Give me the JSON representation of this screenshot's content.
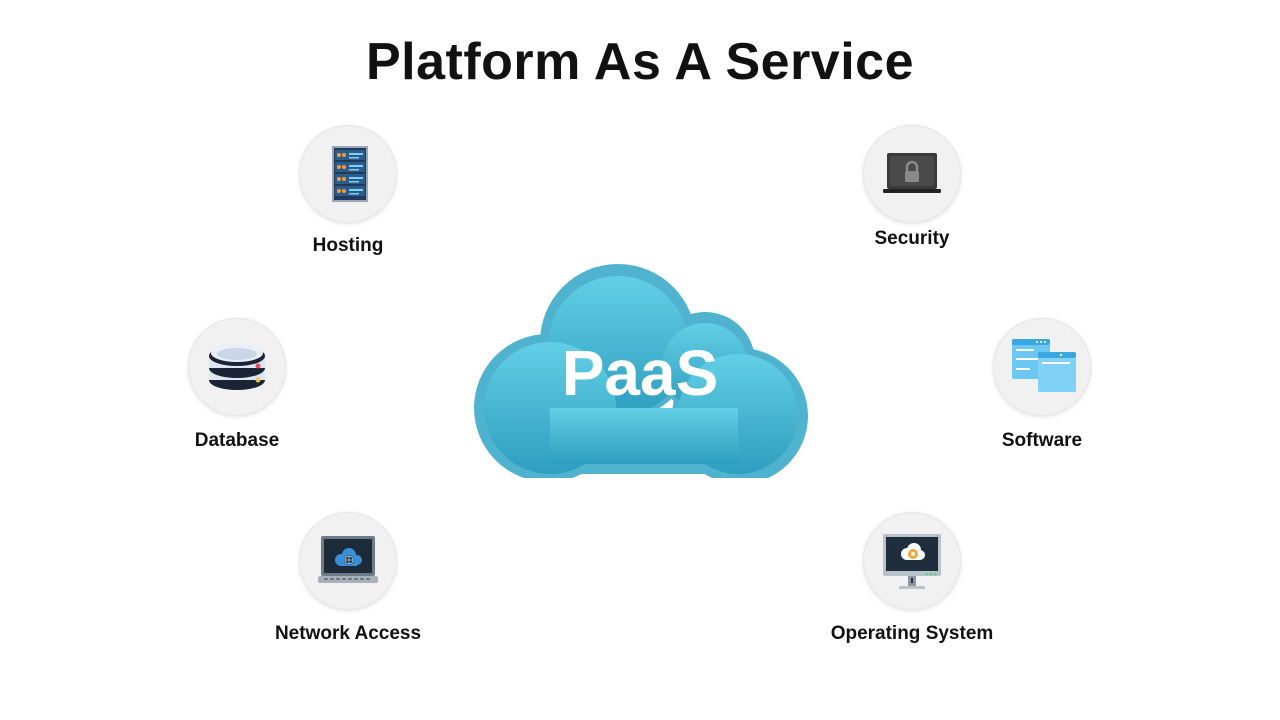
{
  "title": "Platform As A Service",
  "center": {
    "label": "PaaS"
  },
  "items": [
    {
      "label": "Hosting",
      "icon": "server-rack-icon"
    },
    {
      "label": "Security",
      "icon": "laptop-lock-icon"
    },
    {
      "label": "Database",
      "icon": "database-icon"
    },
    {
      "label": "Software",
      "icon": "browser-windows-icon"
    },
    {
      "label": "Network Access",
      "icon": "laptop-globe-icon"
    },
    {
      "label": "Operating System",
      "icon": "monitor-gear-icon"
    }
  ],
  "colors": {
    "cloud_top": "#5fcbe3",
    "cloud_bottom": "#2f9fc0",
    "circle_bg": "#f1f1f1",
    "text": "#111111"
  }
}
